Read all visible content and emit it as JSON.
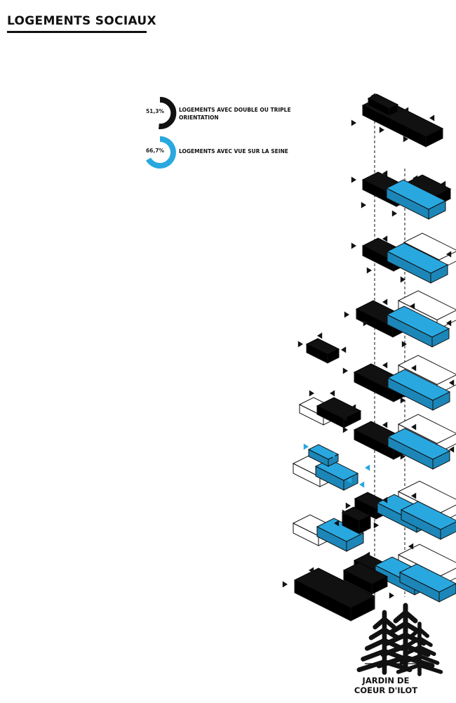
{
  "title": "LOGEMENTS SOCIAUX",
  "stats": [
    {
      "value": "51,3%",
      "fraction": 0.513,
      "label": "LOGEMENTS AVEC DOUBLE OU TRIPLE ORIENTATION",
      "color": "#111111"
    },
    {
      "value": "66,7%",
      "fraction": 0.667,
      "label": "LOGEMENTS AVEC VUE SUR LA SEINE",
      "color": "#29a8e0"
    }
  ],
  "garden_label_line1": "JARDIN DE",
  "garden_label_line2": "COEUR D'ILOT",
  "colors": {
    "black": "#111111",
    "blue": "#29a8e0",
    "white": "#ffffff"
  },
  "icons": [
    "tree-icon",
    "orientation-arrow-icon"
  ]
}
